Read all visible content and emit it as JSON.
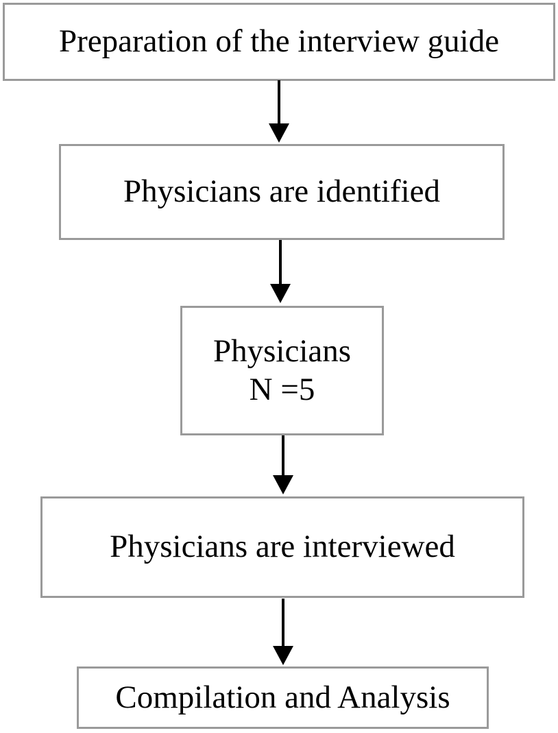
{
  "flowchart": {
    "steps": [
      {
        "lines": [
          "Preparation of the interview guide"
        ]
      },
      {
        "lines": [
          "Physicians are identified"
        ]
      },
      {
        "lines": [
          "Physicians",
          "N =5"
        ]
      },
      {
        "lines": [
          "Physicians are interviewed"
        ]
      },
      {
        "lines": [
          "Compilation and Analysis"
        ]
      }
    ],
    "colors": {
      "box_border": "#9a9a9a",
      "arrow": "#000000",
      "text": "#000000",
      "background": "#ffffff"
    }
  }
}
